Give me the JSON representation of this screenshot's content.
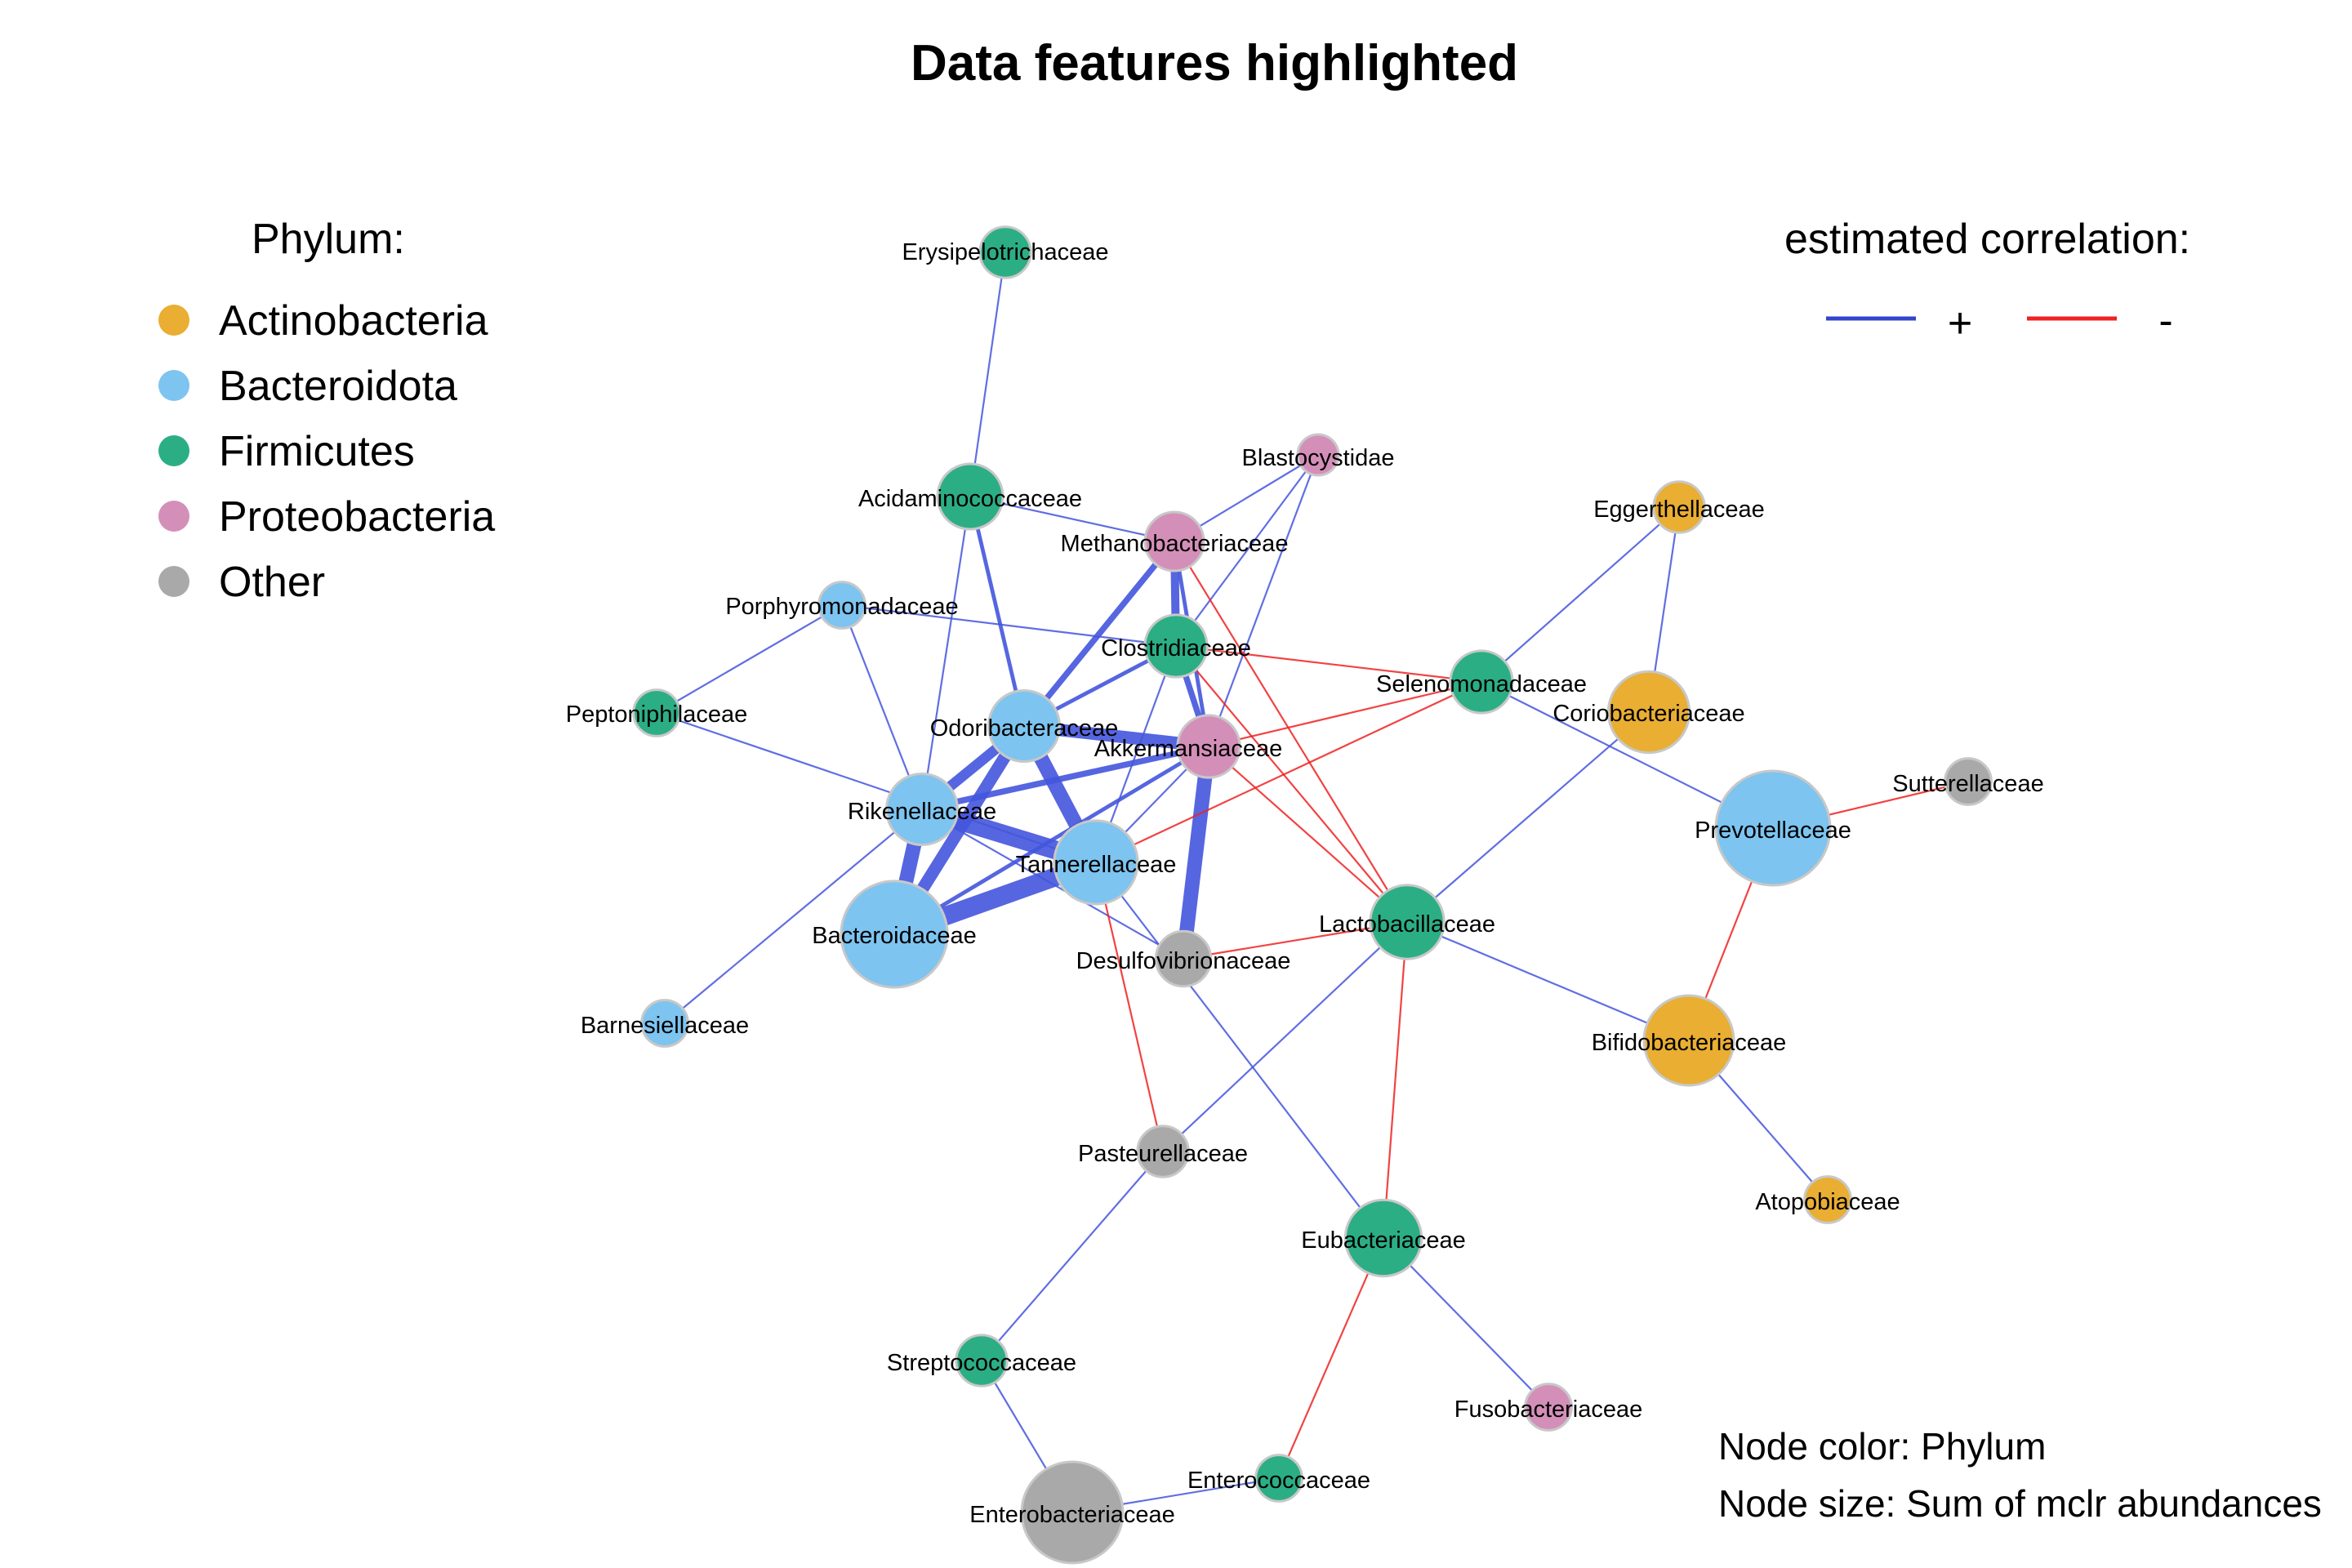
{
  "title": "Data features highlighted",
  "legend_phylum": {
    "title": "Phylum:",
    "items": [
      {
        "label": "Actinobacteria",
        "color": "#E9AE32"
      },
      {
        "label": "Bacteroidota",
        "color": "#7DC4F0"
      },
      {
        "label": "Firmicutes",
        "color": "#2CAE85"
      },
      {
        "label": "Proteobacteria",
        "color": "#D48FB9"
      },
      {
        "label": "Other",
        "color": "#A9A9A9"
      }
    ]
  },
  "legend_correlation": {
    "title": "estimated correlation:",
    "positive_label": "+",
    "negative_label": "-",
    "positive_color": "#3344CC",
    "negative_color": "#EE2222"
  },
  "notes": {
    "node_color": "Node color: Phylum",
    "node_size": "Node size: Sum of mclr abundances"
  },
  "network": {
    "nodes": [
      {
        "id": "Erysipelotrichaceae",
        "label": "Erysipelotrichaceae",
        "phylum": "Firmicutes",
        "size": 2
      },
      {
        "id": "Blastocystidae",
        "label": "Blastocystidae",
        "phylum": "Proteobacteria",
        "size": 1
      },
      {
        "id": "Acidaminococcaceae",
        "label": "Acidaminococcaceae",
        "phylum": "Firmicutes",
        "size": 4
      },
      {
        "id": "Methanobacteriaceae",
        "label": "Methanobacteriaceae",
        "phylum": "Proteobacteria",
        "size": 3
      },
      {
        "id": "Eggerthellaceae",
        "label": "Eggerthellaceae",
        "phylum": "Actinobacteria",
        "size": 2
      },
      {
        "id": "Porphyromonadaceae",
        "label": "Porphyromonadaceae",
        "phylum": "Bacteroidota",
        "size": 1.5
      },
      {
        "id": "Clostridiaceae",
        "label": "Clostridiaceae",
        "phylum": "Firmicutes",
        "size": 3.5
      },
      {
        "id": "Selenomonadaceae",
        "label": "Selenomonadaceae",
        "phylum": "Firmicutes",
        "size": 3.5
      },
      {
        "id": "Coriobacteriaceae",
        "label": "Coriobacteriaceae",
        "phylum": "Actinobacteria",
        "size": 7
      },
      {
        "id": "Peptoniphilaceae",
        "label": "Peptoniphilaceae",
        "phylum": "Firmicutes",
        "size": 1.5
      },
      {
        "id": "Odoribacteraceae",
        "label": "Odoribacteraceae",
        "phylum": "Bacteroidota",
        "size": 5
      },
      {
        "id": "Akkermansiaceae",
        "label": "Akkermansiaceae",
        "phylum": "Proteobacteria",
        "size": 3.5
      },
      {
        "id": "Sutterellaceae",
        "label": "Sutterellaceae",
        "phylum": "Other",
        "size": 1.5
      },
      {
        "id": "Rikenellaceae",
        "label": "Rikenellaceae",
        "phylum": "Bacteroidota",
        "size": 5
      },
      {
        "id": "Prevotellaceae",
        "label": "Prevotellaceae",
        "phylum": "Bacteroidota",
        "size": 16
      },
      {
        "id": "Tannerellaceae",
        "label": "Tannerellaceae",
        "phylum": "Bacteroidota",
        "size": 7.5
      },
      {
        "id": "Bacteroidaceae",
        "label": "Bacteroidaceae",
        "phylum": "Bacteroidota",
        "size": 13.5
      },
      {
        "id": "Lactobacillaceae",
        "label": "Lactobacillaceae",
        "phylum": "Firmicutes",
        "size": 5.5
      },
      {
        "id": "Desulfovibrionaceae",
        "label": "Desulfovibrionaceae",
        "phylum": "Other",
        "size": 2.5
      },
      {
        "id": "Barnesiellaceae",
        "label": "Barnesiellaceae",
        "phylum": "Bacteroidota",
        "size": 1.5
      },
      {
        "id": "Bifidobacteriaceae",
        "label": "Bifidobacteriaceae",
        "phylum": "Actinobacteria",
        "size": 9
      },
      {
        "id": "Pasteurellaceae",
        "label": "Pasteurellaceae",
        "phylum": "Other",
        "size": 2
      },
      {
        "id": "Atopobiaceae",
        "label": "Atopobiaceae",
        "phylum": "Actinobacteria",
        "size": 1.5
      },
      {
        "id": "Eubacteriaceae",
        "label": "Eubacteriaceae",
        "phylum": "Firmicutes",
        "size": 6
      },
      {
        "id": "Streptococcaceae",
        "label": "Streptococcaceae",
        "phylum": "Firmicutes",
        "size": 2
      },
      {
        "id": "Fusobacteriaceae",
        "label": "Fusobacteriaceae",
        "phylum": "Proteobacteria",
        "size": 1.5
      },
      {
        "id": "Enterococcaceae",
        "label": "Enterococcaceae",
        "phylum": "Firmicutes",
        "size": 1.5
      },
      {
        "id": "Enterobacteriaceae",
        "label": "Enterobacteriaceae",
        "phylum": "Other",
        "size": 12
      }
    ],
    "edges": [
      {
        "source": "Erysipelotrichaceae",
        "target": "Acidaminococcaceae",
        "sign": "+",
        "strength": 1
      },
      {
        "source": "Acidaminococcaceae",
        "target": "Odoribacteraceae",
        "sign": "+",
        "strength": 2
      },
      {
        "source": "Acidaminococcaceae",
        "target": "Methanobacteriaceae",
        "sign": "+",
        "strength": 1
      },
      {
        "source": "Acidaminococcaceae",
        "target": "Rikenellaceae",
        "sign": "+",
        "strength": 1
      },
      {
        "source": "Blastocystidae",
        "target": "Methanobacteriaceae",
        "sign": "+",
        "strength": 1
      },
      {
        "source": "Blastocystidae",
        "target": "Clostridiaceae",
        "sign": "+",
        "strength": 1
      },
      {
        "source": "Blastocystidae",
        "target": "Akkermansiaceae",
        "sign": "+",
        "strength": 1
      },
      {
        "source": "Methanobacteriaceae",
        "target": "Clostridiaceae",
        "sign": "+",
        "strength": 4
      },
      {
        "source": "Methanobacteriaceae",
        "target": "Odoribacteraceae",
        "sign": "+",
        "strength": 3
      },
      {
        "source": "Methanobacteriaceae",
        "target": "Akkermansiaceae",
        "sign": "+",
        "strength": 2
      },
      {
        "source": "Methanobacteriaceae",
        "target": "Lactobacillaceae",
        "sign": "-",
        "strength": 1
      },
      {
        "source": "Porphyromonadaceae",
        "target": "Peptoniphilaceae",
        "sign": "+",
        "strength": 1
      },
      {
        "source": "Porphyromonadaceae",
        "target": "Rikenellaceae",
        "sign": "+",
        "strength": 1
      },
      {
        "source": "Porphyromonadaceae",
        "target": "Clostridiaceae",
        "sign": "+",
        "strength": 1
      },
      {
        "source": "Clostridiaceae",
        "target": "Akkermansiaceae",
        "sign": "+",
        "strength": 3
      },
      {
        "source": "Clostridiaceae",
        "target": "Odoribacteraceae",
        "sign": "+",
        "strength": 2
      },
      {
        "source": "Clostridiaceae",
        "target": "Tannerellaceae",
        "sign": "+",
        "strength": 1
      },
      {
        "source": "Clostridiaceae",
        "target": "Selenomonadaceae",
        "sign": "-",
        "strength": 1
      },
      {
        "source": "Clostridiaceae",
        "target": "Lactobacillaceae",
        "sign": "-",
        "strength": 1
      },
      {
        "source": "Eggerthellaceae",
        "target": "Selenomonadaceae",
        "sign": "+",
        "strength": 1
      },
      {
        "source": "Eggerthellaceae",
        "target": "Coriobacteriaceae",
        "sign": "+",
        "strength": 1
      },
      {
        "source": "Selenomonadaceae",
        "target": "Akkermansiaceae",
        "sign": "-",
        "strength": 1
      },
      {
        "source": "Selenomonadaceae",
        "target": "Prevotellaceae",
        "sign": "+",
        "strength": 1
      },
      {
        "source": "Coriobacteriaceae",
        "target": "Lactobacillaceae",
        "sign": "+",
        "strength": 1
      },
      {
        "source": "Peptoniphilaceae",
        "target": "Tannerellaceae",
        "sign": "+",
        "strength": 1
      },
      {
        "source": "Odoribacteraceae",
        "target": "Akkermansiaceae",
        "sign": "+",
        "strength": 6
      },
      {
        "source": "Odoribacteraceae",
        "target": "Rikenellaceae",
        "sign": "+",
        "strength": 5
      },
      {
        "source": "Odoribacteraceae",
        "target": "Tannerellaceae",
        "sign": "+",
        "strength": 7
      },
      {
        "source": "Odoribacteraceae",
        "target": "Bacteroidaceae",
        "sign": "+",
        "strength": 6
      },
      {
        "source": "Akkermansiaceae",
        "target": "Rikenellaceae",
        "sign": "+",
        "strength": 3
      },
      {
        "source": "Akkermansiaceae",
        "target": "Tannerellaceae",
        "sign": "+",
        "strength": 1
      },
      {
        "source": "Akkermansiaceae",
        "target": "Desulfovibrionaceae",
        "sign": "+",
        "strength": 7
      },
      {
        "source": "Akkermansiaceae",
        "target": "Bacteroidaceae",
        "sign": "+",
        "strength": 2
      },
      {
        "source": "Akkermansiaceae",
        "target": "Lactobacillaceae",
        "sign": "-",
        "strength": 1
      },
      {
        "source": "Tannerellaceae",
        "target": "Selenomonadaceae",
        "sign": "-",
        "strength": 1
      },
      {
        "source": "Rikenellaceae",
        "target": "Tannerellaceae",
        "sign": "+",
        "strength": 9
      },
      {
        "source": "Rikenellaceae",
        "target": "Bacteroidaceae",
        "sign": "+",
        "strength": 7
      },
      {
        "source": "Rikenellaceae",
        "target": "Barnesiellaceae",
        "sign": "+",
        "strength": 1
      },
      {
        "source": "Rikenellaceae",
        "target": "Desulfovibrionaceae",
        "sign": "+",
        "strength": 1
      },
      {
        "source": "Tannerellaceae",
        "target": "Bacteroidaceae",
        "sign": "+",
        "strength": 9
      },
      {
        "source": "Tannerellaceae",
        "target": "Pasteurellaceae",
        "sign": "-",
        "strength": 1
      },
      {
        "source": "Tannerellaceae",
        "target": "Eubacteriaceae",
        "sign": "+",
        "strength": 1
      },
      {
        "source": "Sutterellaceae",
        "target": "Prevotellaceae",
        "sign": "-",
        "strength": 1
      },
      {
        "source": "Prevotellaceae",
        "target": "Bifidobacteriaceae",
        "sign": "-",
        "strength": 1
      },
      {
        "source": "Lactobacillaceae",
        "target": "Desulfovibrionaceae",
        "sign": "-",
        "strength": 1
      },
      {
        "source": "Lactobacillaceae",
        "target": "Bifidobacteriaceae",
        "sign": "+",
        "strength": 1
      },
      {
        "source": "Lactobacillaceae",
        "target": "Pasteurellaceae",
        "sign": "+",
        "strength": 1
      },
      {
        "source": "Lactobacillaceae",
        "target": "Eubacteriaceae",
        "sign": "-",
        "strength": 1
      },
      {
        "source": "Bifidobacteriaceae",
        "target": "Atopobiaceae",
        "sign": "+",
        "strength": 1
      },
      {
        "source": "Pasteurellaceae",
        "target": "Streptococcaceae",
        "sign": "+",
        "strength": 1
      },
      {
        "source": "Streptococcaceae",
        "target": "Enterobacteriaceae",
        "sign": "+",
        "strength": 1
      },
      {
        "source": "Eubacteriaceae",
        "target": "Fusobacteriaceae",
        "sign": "+",
        "strength": 1
      },
      {
        "source": "Eubacteriaceae",
        "target": "Enterococcaceae",
        "sign": "-",
        "strength": 1
      },
      {
        "source": "Enterococcaceae",
        "target": "Enterobacteriaceae",
        "sign": "+",
        "strength": 1
      }
    ]
  }
}
